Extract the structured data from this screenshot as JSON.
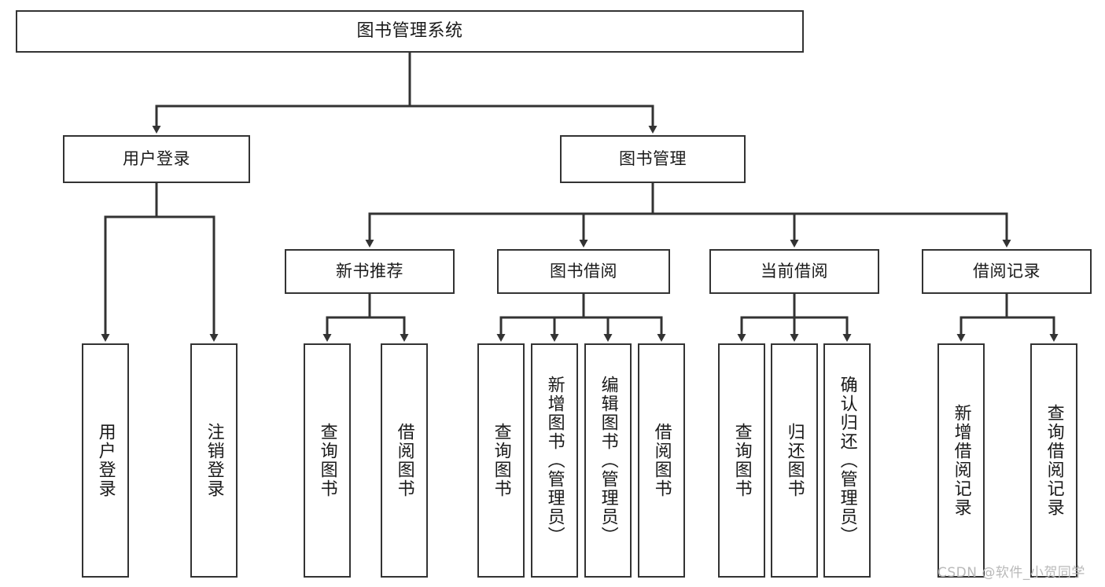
{
  "diagram": {
    "type": "tree-hierarchy",
    "title": "图书管理系统",
    "watermark": "CSDN @软件_小贺同学",
    "colors": {
      "box_border": "#333333",
      "box_fill": "#ffffff",
      "connector": "#333333",
      "text": "#1a1a1a",
      "watermark": "#b9b9b9",
      "background": "#ffffff"
    },
    "nodes": {
      "root": {
        "label": "图书管理系统"
      },
      "level2": [
        {
          "id": "user-login",
          "label": "用户登录"
        },
        {
          "id": "book-manage",
          "label": "图书管理"
        }
      ],
      "level3": [
        {
          "id": "new-book-recommend",
          "label": "新书推荐"
        },
        {
          "id": "book-borrow",
          "label": "图书借阅"
        },
        {
          "id": "current-borrow",
          "label": "当前借阅"
        },
        {
          "id": "borrow-record",
          "label": "借阅记录"
        }
      ],
      "leaves": {
        "user-login": [
          {
            "id": "leaf-user-login",
            "label": "用户登录"
          },
          {
            "id": "leaf-logout-login",
            "label": "注销登录"
          }
        ],
        "new-book-recommend": [
          {
            "id": "leaf-query-book-1",
            "label": "查询图书"
          },
          {
            "id": "leaf-borrow-book-1",
            "label": "借阅图书"
          }
        ],
        "book-borrow": [
          {
            "id": "leaf-query-book-2",
            "label": "查询图书"
          },
          {
            "id": "leaf-add-book",
            "label": "新增图书（管理员）"
          },
          {
            "id": "leaf-edit-book",
            "label": "编辑图书（管理员）"
          },
          {
            "id": "leaf-borrow-book-2",
            "label": "借阅图书"
          }
        ],
        "current-borrow": [
          {
            "id": "leaf-query-book-3",
            "label": "查询图书"
          },
          {
            "id": "leaf-return-book",
            "label": "归还图书"
          },
          {
            "id": "leaf-confirm-return",
            "label": "确认归还（管理员）"
          }
        ],
        "borrow-record": [
          {
            "id": "leaf-add-record",
            "label": "新增借阅记录"
          },
          {
            "id": "leaf-query-record",
            "label": "查询借阅记录"
          }
        ]
      }
    }
  }
}
